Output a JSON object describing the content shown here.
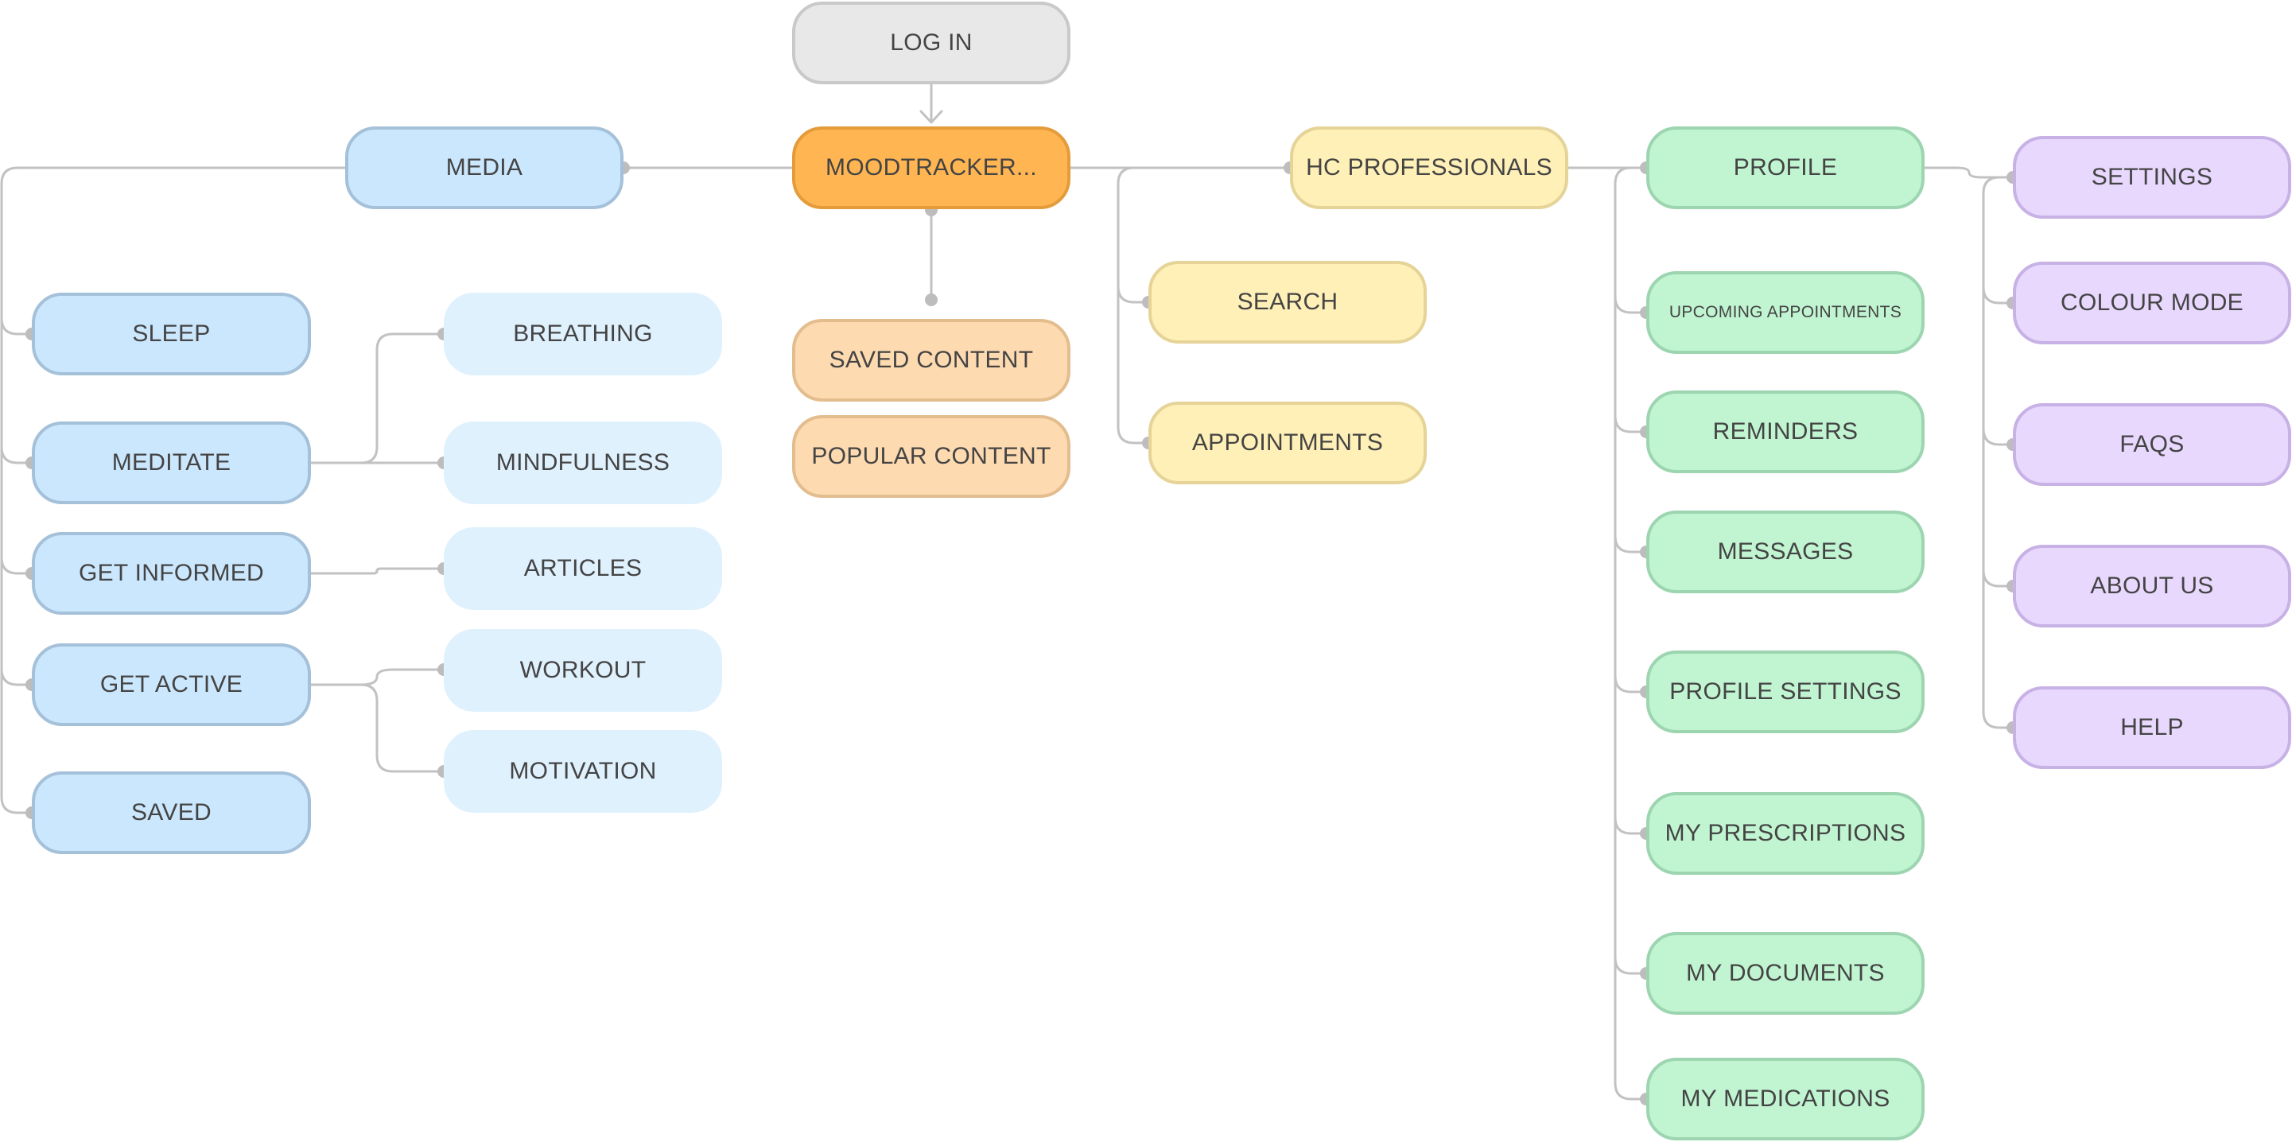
{
  "nodes": {
    "log_in": "LOG IN",
    "moodtracker": "MOODTRACKER...",
    "saved_content": "SAVED CONTENT",
    "popular_content": "POPULAR CONTENT",
    "media": "MEDIA",
    "sleep": "SLEEP",
    "meditate": "MEDITATE",
    "get_informed": "GET INFORMED",
    "get_active": "GET ACTIVE",
    "saved": "SAVED",
    "breathing": "BREATHING",
    "mindfulness": "MINDFULNESS",
    "articles": "ARTICLES",
    "workout": "WORKOUT",
    "motivation": "MOTIVATION",
    "hc_professionals": "HC PROFESSIONALS",
    "search": "SEARCH",
    "appointments": "APPOINTMENTS",
    "profile": "PROFILE",
    "upcoming_appointments": "UPCOMING APPOINTMENTS",
    "reminders": "REMINDERS",
    "messages": "MESSAGES",
    "profile_settings": "PROFILE SETTINGS",
    "my_prescriptions": "MY PRESCRIPTIONS",
    "my_documents": "MY DOCUMENTS",
    "my_medications": "MY MEDICATIONS",
    "settings": "SETTINGS",
    "colour_mode": "COLOUR MODE",
    "faqs": "FAQS",
    "about_us": "ABOUT US",
    "help": "HELP"
  },
  "colors": {
    "connector": "#c2c2c2",
    "connector_dot": "#bdbdbd",
    "log_in": "#e8e8e8",
    "moodtracker": "#ffb652",
    "content": "#fddab0",
    "media": "#cbe7fd",
    "media_sub": "#e0f1fe",
    "hc_professionals": "#fff0b8",
    "profile": "#c1f5d2",
    "settings": "#e8d8fe"
  }
}
